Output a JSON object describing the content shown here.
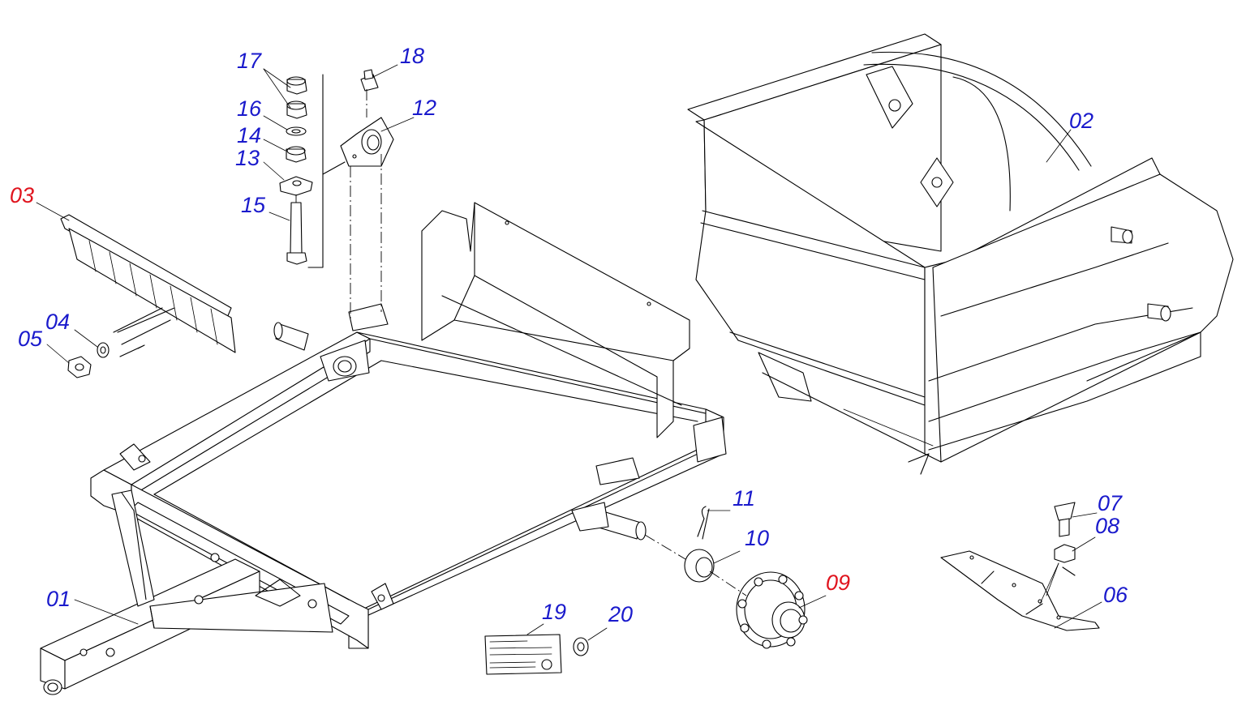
{
  "colors": {
    "normal_label": "#1a1acc",
    "highlight_label": "#e0141e",
    "line": "#000000"
  },
  "parts": [
    {
      "id": "01",
      "label": "01",
      "highlighted": false
    },
    {
      "id": "02",
      "label": "02",
      "highlighted": false
    },
    {
      "id": "03",
      "label": "03",
      "highlighted": true
    },
    {
      "id": "04",
      "label": "04",
      "highlighted": false
    },
    {
      "id": "05",
      "label": "05",
      "highlighted": false
    },
    {
      "id": "06",
      "label": "06",
      "highlighted": false
    },
    {
      "id": "07",
      "label": "07",
      "highlighted": false
    },
    {
      "id": "08",
      "label": "08",
      "highlighted": false
    },
    {
      "id": "09",
      "label": "09",
      "highlighted": true
    },
    {
      "id": "10",
      "label": "10",
      "highlighted": false
    },
    {
      "id": "11",
      "label": "11",
      "highlighted": false
    },
    {
      "id": "12",
      "label": "12",
      "highlighted": false
    },
    {
      "id": "13",
      "label": "13",
      "highlighted": false
    },
    {
      "id": "14",
      "label": "14",
      "highlighted": false
    },
    {
      "id": "15",
      "label": "15",
      "highlighted": false
    },
    {
      "id": "16",
      "label": "16",
      "highlighted": false
    },
    {
      "id": "17",
      "label": "17",
      "highlighted": false
    },
    {
      "id": "18",
      "label": "18",
      "highlighted": false
    },
    {
      "id": "19",
      "label": "19",
      "highlighted": false
    },
    {
      "id": "20",
      "label": "20",
      "highlighted": false
    }
  ]
}
